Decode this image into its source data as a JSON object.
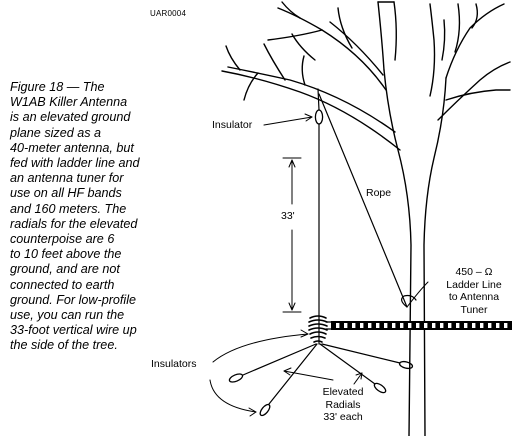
{
  "figure_id": "UAR0004",
  "caption_lines": [
    "Figure 18 — The",
    "W1AB Killer Antenna",
    "is an elevated ground",
    "plane sized as a",
    "40-meter antenna, but",
    "fed with ladder line and",
    "an antenna tuner for",
    "use on all HF bands",
    "and 160 meters. The",
    "radials for the elevated",
    "counterpoise are 6",
    "to 10 feet above the",
    "ground, and are not",
    "connected to earth",
    "ground. For low-profile",
    "use, you can run the",
    "33-foot vertical wire up",
    "the side of the tree."
  ],
  "labels": {
    "insulator": "Insulator",
    "rope": "Rope",
    "height": "33'",
    "ladder_line": [
      "450 – Ω",
      "Ladder Line",
      "to Antenna",
      "Tuner"
    ],
    "insulators": "Insulators",
    "radials": [
      "Elevated",
      "Radials",
      "33' each"
    ]
  }
}
